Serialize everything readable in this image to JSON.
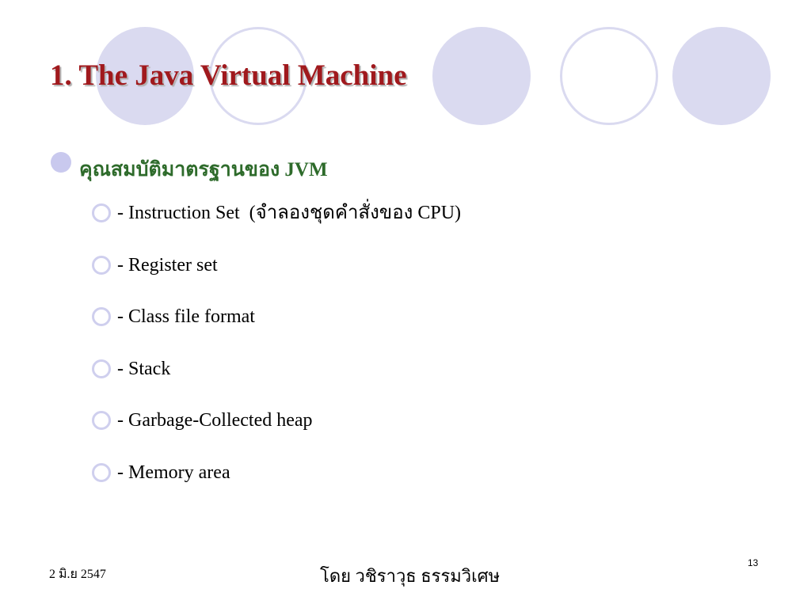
{
  "slide": {
    "title": "1. The Java Virtual Machine",
    "main_bullet": "คุณสมบัติมาตรฐานของ JVM",
    "sub_bullet_prefix": "-",
    "sub_items": [
      "Instruction Set  (จำลองชุดคำสั่งของ CPU)",
      "Register set",
      "Class file format",
      "Stack",
      "Garbage-Collected heap",
      "Memory area"
    ]
  },
  "footer": {
    "date": "2 มิ.ย 2547",
    "author": "โดย วชิราวุธ ธรรมวิเศษ",
    "page_number": "13"
  },
  "theme": {
    "title_color": "#a0191d",
    "main_bullet_text_color": "#2e6b2b",
    "decoration_color": "#dadaf0"
  }
}
